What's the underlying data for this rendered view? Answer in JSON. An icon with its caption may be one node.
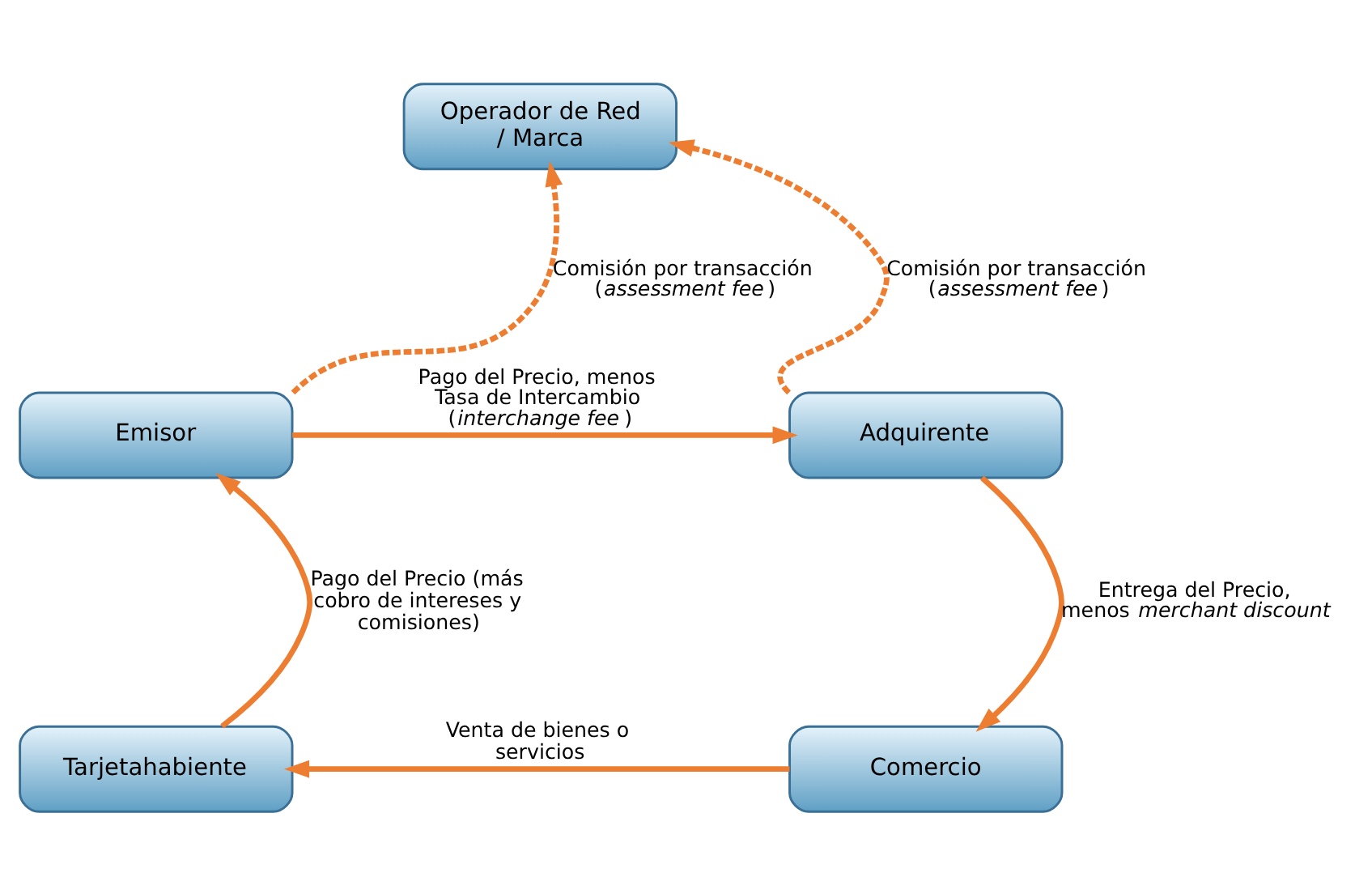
{
  "diagram": {
    "nodes": [
      {
        "text": [
          "Operador de Red / Marca"
        ]
      },
      {
        "text": [
          "Emisor"
        ]
      },
      {
        "text": [
          "Adquirente"
        ]
      },
      {
        "text": [
          "Tarjetahabiente"
        ]
      },
      {
        "text": [
          "Comercio"
        ]
      }
    ],
    "edges": [
      {
        "from": 1,
        "to": 0,
        "arrow": "to",
        "style": "dashed",
        "label": "Comisión por transacción (*assessment fee*)"
      },
      {
        "from": 2,
        "to": 0,
        "arrow": "to",
        "style": "dashed",
        "label": "Comisión por transacción (*assessment fee*)"
      },
      {
        "from": 1,
        "to": 2,
        "arrow": "to",
        "label": "Pago del Precio, menos Tasa de Intercambio (*interchange fee*)"
      },
      {
        "from": 2,
        "to": 4,
        "arrow": "to",
        "label": "Entrega del Precio, menos *merchant discount*"
      },
      {
        "from": 4,
        "to": 3,
        "arrow": "to",
        "label": "Venta de bienes o servicios"
      },
      {
        "from": 3,
        "to": 1,
        "arrow": "to",
        "label": "Pago del Precio (más cobro de intereses y comisiones)"
      }
    ]
  }
}
